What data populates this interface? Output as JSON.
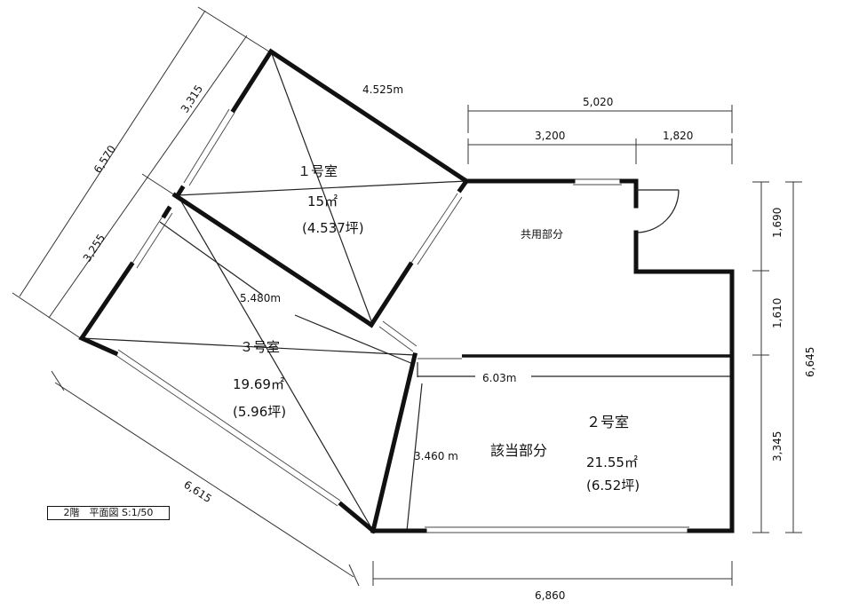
{
  "dimensions": {
    "top_total": "5,020",
    "top_left": "3,200",
    "top_right": "1,820",
    "right_total": "6,645",
    "right_top": "1,690",
    "right_mid": "1,610",
    "right_bottom": "3,345",
    "bottom": "6,860",
    "left_total": "6,570",
    "left_upper": "3,315",
    "left_lower": "3,255",
    "lower_left_wall": "6,615"
  },
  "measurements": {
    "room1_edge": "4.525m",
    "room3_diag": "5.480m",
    "room2_width": "6.03m",
    "room2_depth": "3.460 m"
  },
  "rooms": {
    "room1": {
      "name": "１号室",
      "area": "15㎡",
      "tsubo": "(4.537坪)"
    },
    "room3": {
      "name": "３号室",
      "area": "19.69㎡",
      "tsubo": "(5.96坪)"
    },
    "room2": {
      "name": "２号室",
      "area": "21.55㎡",
      "tsubo": "(6.52坪)",
      "label": "該当部分"
    },
    "common": {
      "name": "共用部分"
    }
  },
  "scale_label": "2階　平面図 S:1/50"
}
